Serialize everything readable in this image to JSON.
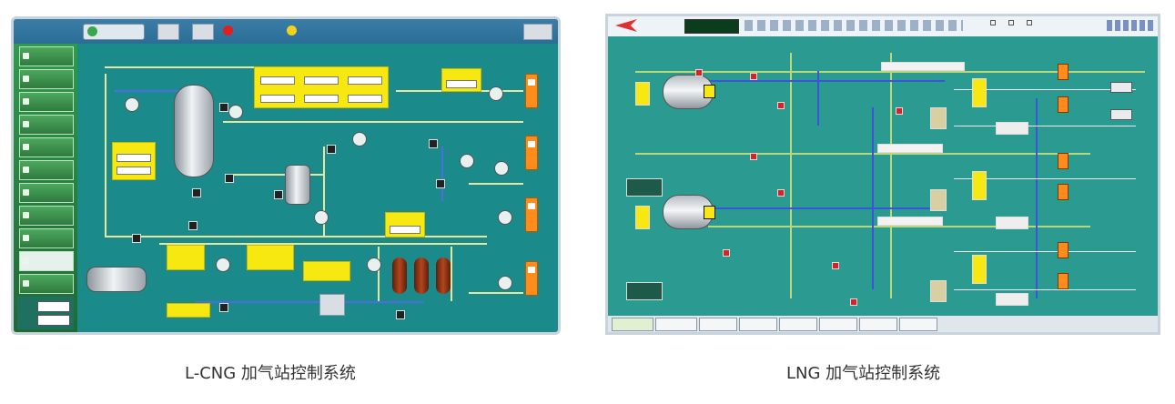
{
  "captions": {
    "left": "L-CNG 加气站控制系统",
    "right": "LNG 加气站控制系统"
  },
  "colors": {
    "left_bg": "#1a8a8a",
    "right_bg": "#2b9a90",
    "pipe_yellow": "#e8e59c",
    "dispenser_orange": "#ff8c1a",
    "alarm_red": "#e02020",
    "label_yellow": "#f7e812"
  },
  "icons": {
    "alarm": "red-circle",
    "status": "yellow-circle",
    "dispenser": "orange-pump"
  }
}
